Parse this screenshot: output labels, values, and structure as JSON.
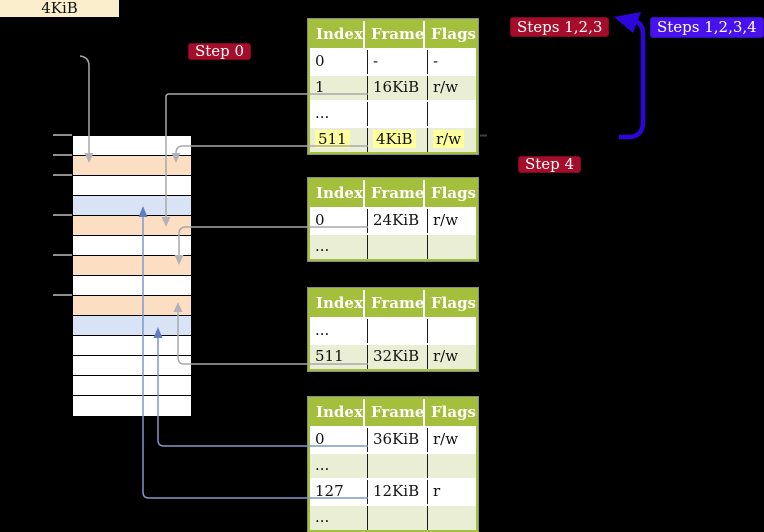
{
  "label_4kib": "4KiB",
  "badges": {
    "step0": "Step 0",
    "steps123": "Steps 1,2,3",
    "steps1234": "Steps 1,2,3,4",
    "step4": "Step 4"
  },
  "tables": [
    {
      "name": "page-table-at-4KiB",
      "headers": [
        "Index",
        "Frame",
        "Flags"
      ],
      "rows": [
        {
          "cells": [
            "0",
            "-",
            "-"
          ]
        },
        {
          "cells": [
            "1",
            "16KiB",
            "r/w"
          ]
        },
        {
          "cells": [
            "...",
            "",
            ""
          ]
        },
        {
          "cells": [
            "511",
            "4KiB",
            "r/w"
          ],
          "highlight": true
        }
      ]
    },
    {
      "name": "page-table-at-16KiB",
      "headers": [
        "Index",
        "Frame",
        "Flags"
      ],
      "rows": [
        {
          "cells": [
            "0",
            "24KiB",
            "r/w"
          ]
        },
        {
          "cells": [
            "...",
            "",
            ""
          ]
        }
      ]
    },
    {
      "name": "page-table-at-24KiB",
      "headers": [
        "Index",
        "Frame",
        "Flags"
      ],
      "rows": [
        {
          "cells": [
            "...",
            "",
            ""
          ]
        },
        {
          "cells": [
            "511",
            "32KiB",
            "r/w"
          ]
        }
      ]
    },
    {
      "name": "page-table-at-32KiB",
      "headers": [
        "Index",
        "Frame",
        "Flags"
      ],
      "rows": [
        {
          "cells": [
            "0",
            "36KiB",
            "r/w"
          ]
        },
        {
          "cells": [
            "...",
            "",
            ""
          ]
        },
        {
          "cells": [
            "127",
            "12KiB",
            "r"
          ]
        },
        {
          "cells": [
            "...",
            "",
            ""
          ]
        }
      ]
    }
  ],
  "memory": {
    "rows": [
      {
        "color": "white"
      },
      {
        "color": "orange"
      },
      {
        "color": "white"
      },
      {
        "color": "blue"
      },
      {
        "color": "orange"
      },
      {
        "color": "white"
      },
      {
        "color": "orange"
      },
      {
        "color": "white"
      },
      {
        "color": "orange"
      },
      {
        "color": "blue"
      },
      {
        "color": "white"
      },
      {
        "color": "white"
      },
      {
        "color": "white"
      },
      {
        "color": "white"
      }
    ]
  },
  "colors": {
    "background": "#000000",
    "label_bg": "#faeecd",
    "badge_red": "#a50d2b",
    "badge_blue": "#4712ee",
    "table_header_green": "#a3bf3b",
    "table_row_shaded": "#e9eed4",
    "highlight_yellow": "#ffff9e",
    "memory_orange": "#fcdfc2",
    "memory_blue": "#d8e4f6",
    "pointer_gray": "#a8a8a8",
    "pointer_light_blue": "#7e99c9",
    "big_arrow_indigo": "#2c06db"
  }
}
